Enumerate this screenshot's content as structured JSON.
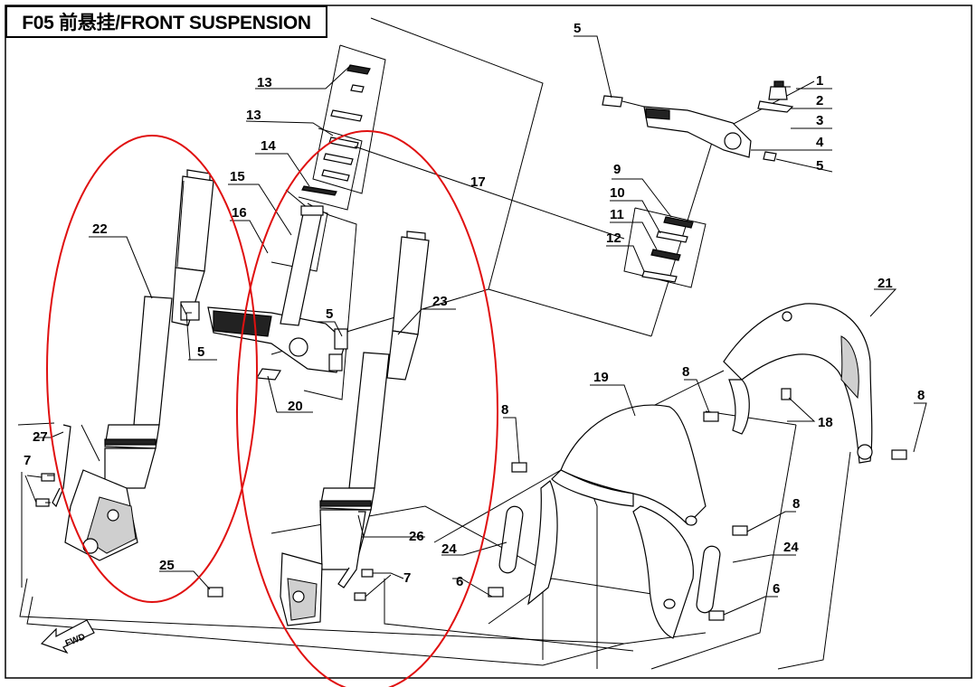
{
  "diagram": {
    "title": "F05 前悬挂/FRONT SUSPENSION",
    "direction_marker": "FWD",
    "callouts": [
      {
        "id": "c1",
        "label": "1"
      },
      {
        "id": "c2",
        "label": "2"
      },
      {
        "id": "c3",
        "label": "3"
      },
      {
        "id": "c4",
        "label": "4"
      },
      {
        "id": "c5a",
        "label": "5"
      },
      {
        "id": "c5b",
        "label": "5"
      },
      {
        "id": "c5c",
        "label": "5"
      },
      {
        "id": "c5d",
        "label": "5"
      },
      {
        "id": "c6a",
        "label": "6"
      },
      {
        "id": "c6b",
        "label": "6"
      },
      {
        "id": "c7a",
        "label": "7"
      },
      {
        "id": "c7b",
        "label": "7"
      },
      {
        "id": "c8a",
        "label": "8"
      },
      {
        "id": "c8b",
        "label": "8"
      },
      {
        "id": "c8c",
        "label": "8"
      },
      {
        "id": "c8d",
        "label": "8"
      },
      {
        "id": "c9",
        "label": "9"
      },
      {
        "id": "c10",
        "label": "10"
      },
      {
        "id": "c11",
        "label": "11"
      },
      {
        "id": "c12",
        "label": "12"
      },
      {
        "id": "c13a",
        "label": "13"
      },
      {
        "id": "c13b",
        "label": "13"
      },
      {
        "id": "c14",
        "label": "14"
      },
      {
        "id": "c15",
        "label": "15"
      },
      {
        "id": "c16",
        "label": "16"
      },
      {
        "id": "c17",
        "label": "17"
      },
      {
        "id": "c18",
        "label": "18"
      },
      {
        "id": "c19",
        "label": "19"
      },
      {
        "id": "c20",
        "label": "20"
      },
      {
        "id": "c21",
        "label": "21"
      },
      {
        "id": "c22",
        "label": "22"
      },
      {
        "id": "c23",
        "label": "23"
      },
      {
        "id": "c24a",
        "label": "24"
      },
      {
        "id": "c24b",
        "label": "24"
      },
      {
        "id": "c25",
        "label": "25"
      },
      {
        "id": "c26",
        "label": "26"
      },
      {
        "id": "c27",
        "label": "27"
      }
    ],
    "colors": {
      "line": "#000000",
      "highlight": "#e01010",
      "paper": "#ffffff"
    }
  }
}
